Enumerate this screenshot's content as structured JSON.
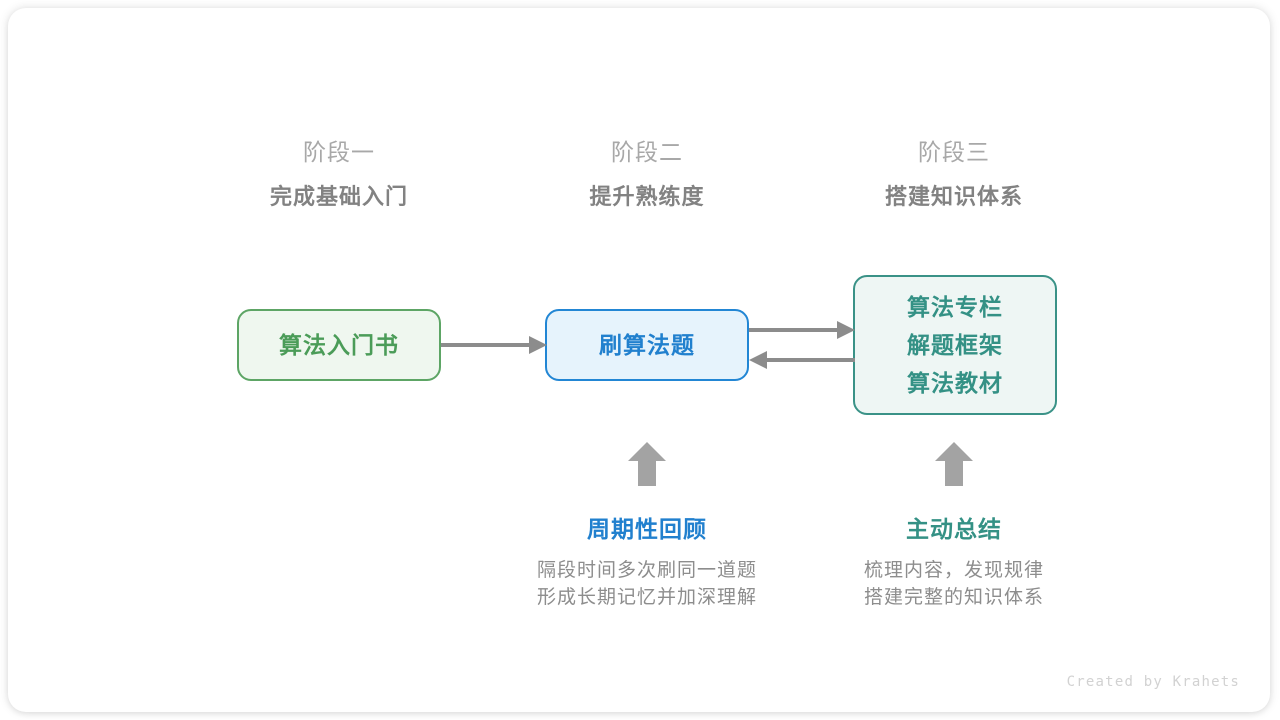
{
  "theme": {
    "green": "#4b9c58",
    "green_fill": "#eff7ef",
    "green_border": "#5da565",
    "blue": "#2180ce",
    "blue_fill": "#e6f3fc",
    "blue_border": "#2286d4",
    "teal": "#349185",
    "teal_fill": "#eef6f4",
    "teal_border": "#3a9287",
    "arrow_gray": "#8c8c8c",
    "heading_gray": "#828282",
    "index_gray": "#a8a8a8",
    "body_gray": "#8d8d8d",
    "watermark_gray": "#d2d2d2"
  },
  "stages": [
    {
      "index": "阶段一",
      "title": "完成基础入门"
    },
    {
      "index": "阶段二",
      "title": "提升熟练度"
    },
    {
      "index": "阶段三",
      "title": "搭建知识体系"
    }
  ],
  "nodes": {
    "book": {
      "label": "算法入门书"
    },
    "practice": {
      "label": "刷算法题"
    },
    "resources": {
      "lines": [
        "算法专栏",
        "解题框架",
        "算法教材"
      ]
    }
  },
  "annotations": [
    {
      "title": "周期性回顾",
      "desc": [
        "隔段时间多次刷同一道题",
        "形成长期记忆并加深理解"
      ]
    },
    {
      "title": "主动总结",
      "desc": [
        "梳理内容，发现规律",
        "搭建完整的知识体系"
      ]
    }
  ],
  "footer": {
    "watermark": "Created by Krahets"
  }
}
